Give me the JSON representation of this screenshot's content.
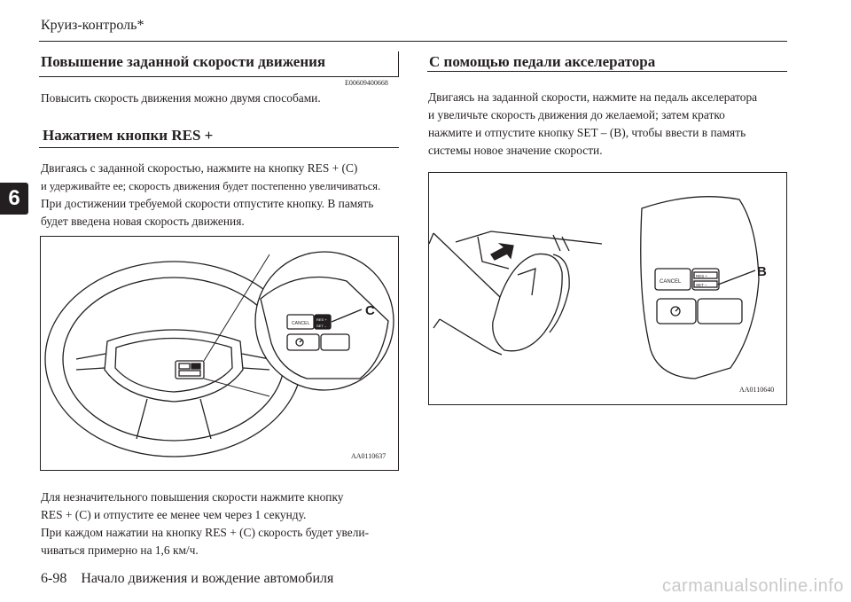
{
  "header": {
    "title": "Круиз-контроль*"
  },
  "chapter_tab": "6",
  "left": {
    "section_title": "Повышение заданной скорости движения",
    "section_code": "E00609400668",
    "intro": "Повысить скорость движения можно двумя способами.",
    "sub_title": "Нажатием кнопки RES +",
    "para1": [
      "Двигаясь с заданной скоростью, нажмите на кнопку RES + (C)",
      "и удерживайте ее; скорость движения будет постепенно увеличиваться.",
      "При достижении требуемой скорости отпустите кнопку. В память",
      "будет введена новая скорость движения."
    ],
    "figure": {
      "callout": "C",
      "code": "AA0110637",
      "cancel": "CANCEL",
      "res": "RES +",
      "set": "SET –"
    },
    "para2": [
      "Для незначительного повышения скорости нажмите кнопку",
      "RES + (C) и отпустите ее менее чем через 1 секунду.",
      "При каждом нажатии на кнопку RES + (C) скорость будет увели-",
      "чиваться примерно на 1,6 км/ч."
    ]
  },
  "right": {
    "section_title": "С помощью педали акселератора",
    "para": [
      "Двигаясь на заданной скорости, нажмите на педаль акселератора",
      "и увеличьте скорость движения до желаемой; затем кратко",
      "нажмите и отпустите кнопку SET – (B), чтобы ввести в память",
      "системы новое значение скорости."
    ],
    "figure": {
      "callout": "B",
      "code": "AA0110640",
      "cancel": "CANCEL",
      "res": "RES +",
      "set": "SET –"
    }
  },
  "footer": {
    "page": "6-98",
    "chapter": "Начало движения и вождение автомобиля",
    "watermark": "carmanualsonline.info"
  }
}
